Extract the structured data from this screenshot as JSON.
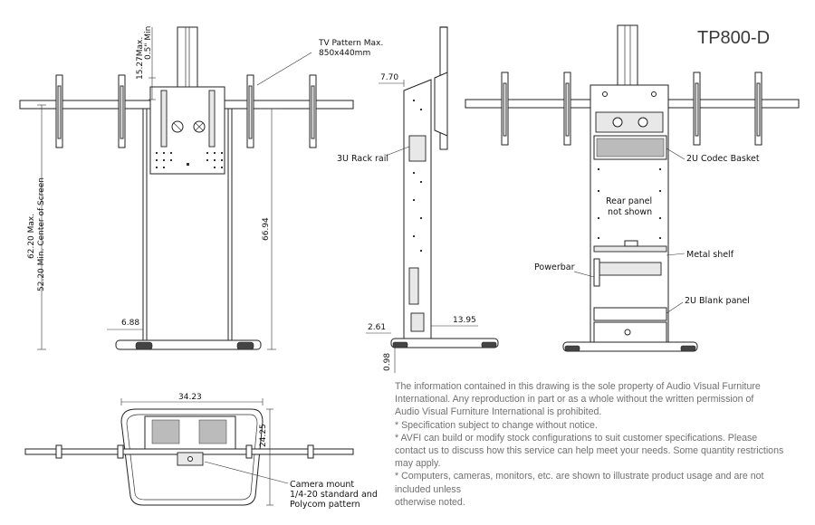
{
  "title": "TP800-D",
  "front_view": {
    "dim_top_offset": "15.27Max.",
    "dim_top_offset_min": "0.5\" Min",
    "tv_pattern": "TV Pattern Max.",
    "tv_pattern_size": "850x440mm",
    "dim_height_total": "66.94",
    "dim_center_max": "62.20 Max.",
    "dim_center_min": "52.20 Min. Center of Screen",
    "dim_base_leg": "6.88"
  },
  "side_view": {
    "dim_mount_depth": "7.70",
    "rack_rail": "3U Rack rail",
    "dim_foot_front": "2.61",
    "dim_foot_depth": "13.95",
    "dim_foot_height": "0.98"
  },
  "rear_view": {
    "codec_basket": "2U Codec Basket",
    "rear_panel_line1": "Rear panel",
    "rear_panel_line2": "not shown",
    "metal_shelf": "Metal shelf",
    "powerbar": "Powerbar",
    "blank_panel": "2U Blank panel"
  },
  "top_view": {
    "dim_width": "34.23",
    "dim_depth": "24.25",
    "camera_mount_line1": "Camera mount",
    "camera_mount_line2": "1/4-20 standard and",
    "camera_mount_line3": "Polycom pattern"
  },
  "notes": [
    "The information contained in this drawing is the sole property of Audio Visual Furniture",
    "International. Any reproduction in part or as a whole without the written permission of",
    "Audio Visual Furniture International is prohibited.",
    "* Specification subject to change without notice.",
    "* AVFI can build or modify stock configurations to suit customer specifications. Please",
    "contact us to discuss how this service can help meet your needs. Some quantity restrictions",
    "may apply.",
    "* Computers, cameras, monitors, etc. are shown to illustrate product usage and are not",
    "included unless",
    "otherwise noted."
  ]
}
